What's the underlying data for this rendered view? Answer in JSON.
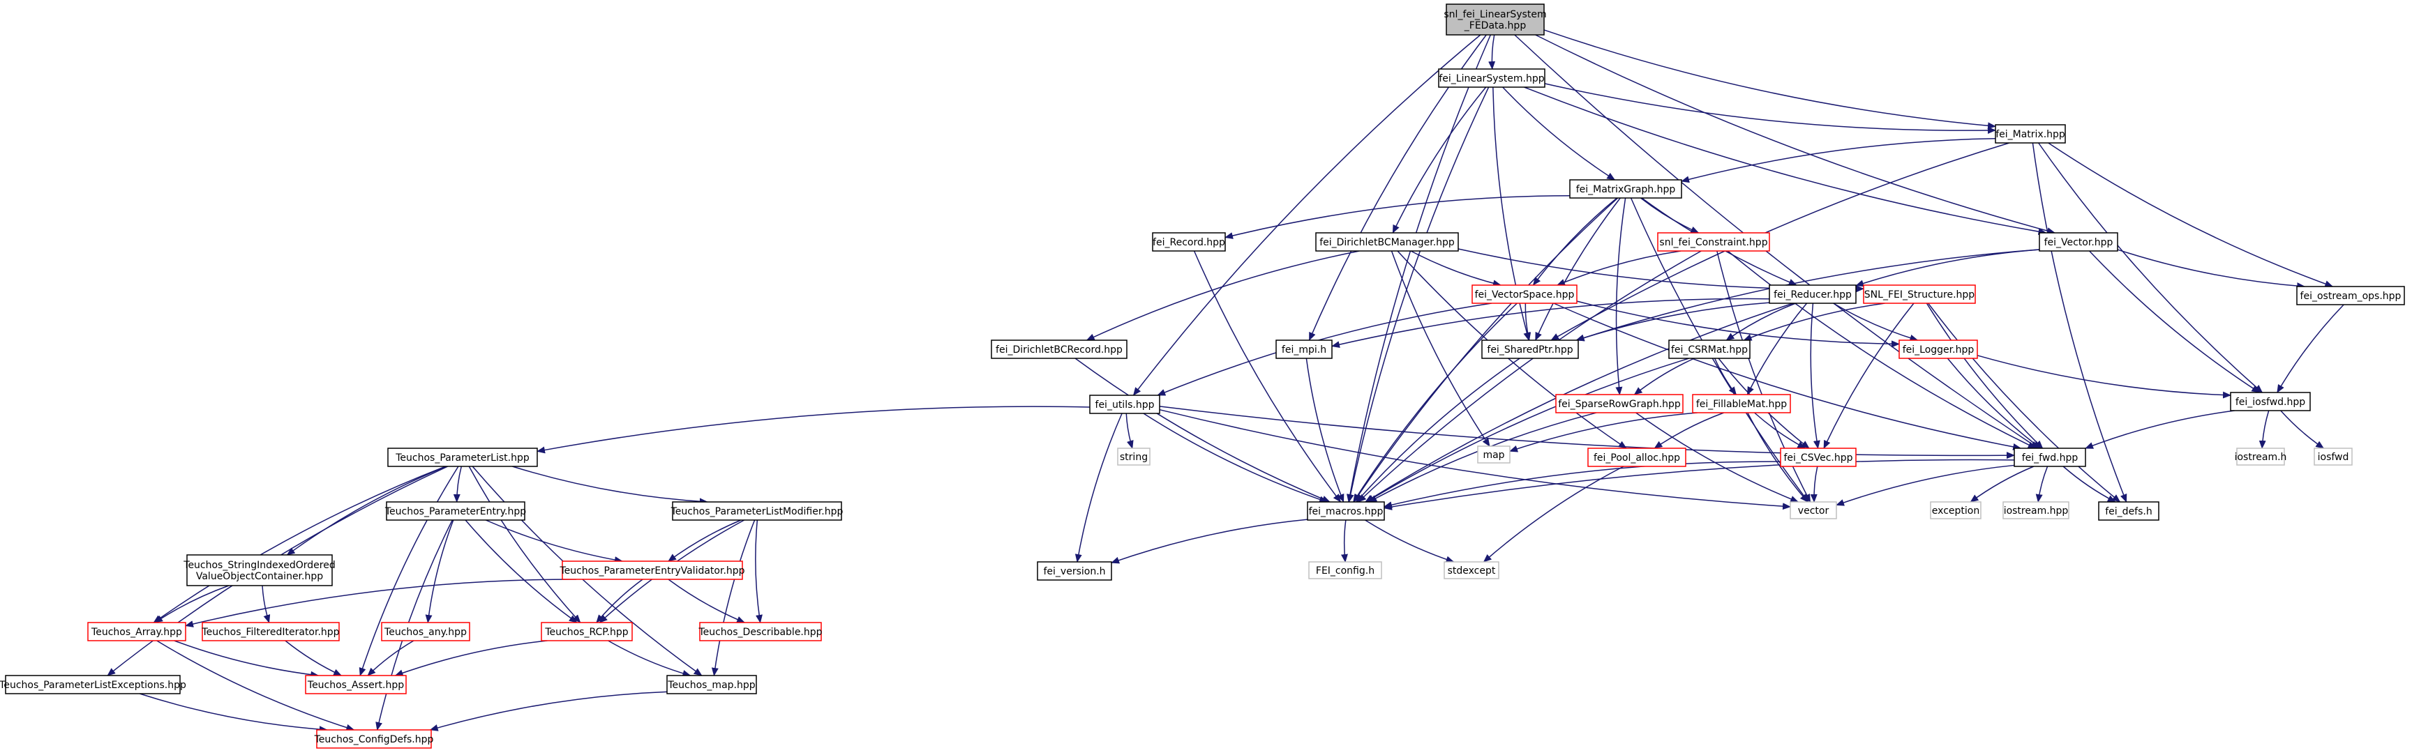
{
  "colors": {
    "edge": "#191970",
    "node_border": "#000000",
    "truncated_border": "#ff0000",
    "system_header_border": "#bfbfbf",
    "root_fill": "#bfbfbf"
  },
  "nodes": [
    {
      "id": "root",
      "label": [
        "snl_fei_LinearSystem",
        "_FEData.hpp"
      ],
      "style": "root"
    },
    {
      "id": "linsys",
      "label": [
        "fei_LinearSystem.hpp"
      ],
      "style": "normal"
    },
    {
      "id": "matrix",
      "label": [
        "fei_Matrix.hpp"
      ],
      "style": "normal"
    },
    {
      "id": "matrixgraph",
      "label": [
        "fei_MatrixGraph.hpp"
      ],
      "style": "normal"
    },
    {
      "id": "vector",
      "label": [
        "fei_Vector.hpp"
      ],
      "style": "normal"
    },
    {
      "id": "ostream_ops",
      "label": [
        "fei_ostream_ops.hpp"
      ],
      "style": "normal"
    },
    {
      "id": "record",
      "label": [
        "fei_Record.hpp"
      ],
      "style": "normal"
    },
    {
      "id": "dirichletmgr",
      "label": [
        "fei_DirichletBCManager.hpp"
      ],
      "style": "normal"
    },
    {
      "id": "constraint",
      "label": [
        "snl_fei_Constraint.hpp"
      ],
      "style": "red"
    },
    {
      "id": "vectorspace",
      "label": [
        "fei_VectorSpace.hpp"
      ],
      "style": "red"
    },
    {
      "id": "reducer",
      "label": [
        "fei_Reducer.hpp"
      ],
      "style": "normal"
    },
    {
      "id": "structure",
      "label": [
        "SNL_FEI_Structure.hpp"
      ],
      "style": "red"
    },
    {
      "id": "dirichletrec",
      "label": [
        "fei_DirichletBCRecord.hpp"
      ],
      "style": "normal"
    },
    {
      "id": "mpi",
      "label": [
        "fei_mpi.h"
      ],
      "style": "normal"
    },
    {
      "id": "sharedptr",
      "label": [
        "fei_SharedPtr.hpp"
      ],
      "style": "normal"
    },
    {
      "id": "logger",
      "label": [
        "fei_Logger.hpp"
      ],
      "style": "red"
    },
    {
      "id": "csrmat",
      "label": [
        "fei_CSRMat.hpp"
      ],
      "style": "normal"
    },
    {
      "id": "iosfwd_hpp",
      "label": [
        "fei_iosfwd.hpp"
      ],
      "style": "normal"
    },
    {
      "id": "utils",
      "label": [
        "fei_utils.hpp"
      ],
      "style": "normal"
    },
    {
      "id": "sparserow",
      "label": [
        "fei_SparseRowGraph.hpp"
      ],
      "style": "red"
    },
    {
      "id": "fillable",
      "label": [
        "fei_FillableMat.hpp"
      ],
      "style": "red"
    },
    {
      "id": "string",
      "label": [
        "string"
      ],
      "style": "gray"
    },
    {
      "id": "map",
      "label": [
        "map"
      ],
      "style": "gray"
    },
    {
      "id": "poolalloc",
      "label": [
        "fei_Pool_alloc.hpp"
      ],
      "style": "red"
    },
    {
      "id": "csvec",
      "label": [
        "fei_CSVec.hpp"
      ],
      "style": "red"
    },
    {
      "id": "fwd",
      "label": [
        "fei_fwd.hpp"
      ],
      "style": "normal"
    },
    {
      "id": "iostream_h",
      "label": [
        "iostream.h"
      ],
      "style": "gray"
    },
    {
      "id": "iosfwd",
      "label": [
        "iosfwd"
      ],
      "style": "gray"
    },
    {
      "id": "plist",
      "label": [
        "Teuchos_ParameterList.hpp"
      ],
      "style": "normal"
    },
    {
      "id": "macros",
      "label": [
        "fei_macros.hpp"
      ],
      "style": "normal"
    },
    {
      "id": "vectorstd",
      "label": [
        "vector"
      ],
      "style": "gray"
    },
    {
      "id": "exception",
      "label": [
        "exception"
      ],
      "style": "gray"
    },
    {
      "id": "iostream_hpp",
      "label": [
        "iostream.hpp"
      ],
      "style": "gray"
    },
    {
      "id": "defs",
      "label": [
        "fei_defs.h"
      ],
      "style": "normal"
    },
    {
      "id": "pentry",
      "label": [
        "Teuchos_ParameterEntry.hpp"
      ],
      "style": "normal"
    },
    {
      "id": "plistmod",
      "label": [
        "Teuchos_ParameterListModifier.hpp"
      ],
      "style": "normal"
    },
    {
      "id": "strindexed",
      "label": [
        "Teuchos_StringIndexedOrdered",
        "ValueObjectContainer.hpp"
      ],
      "style": "normal"
    },
    {
      "id": "pevalidator",
      "label": [
        "Teuchos_ParameterEntryValidator.hpp"
      ],
      "style": "red"
    },
    {
      "id": "version",
      "label": [
        "fei_version.h"
      ],
      "style": "normal"
    },
    {
      "id": "feiconfig",
      "label": [
        "FEI_config.h"
      ],
      "style": "gray"
    },
    {
      "id": "stdexcept",
      "label": [
        "stdexcept"
      ],
      "style": "gray"
    },
    {
      "id": "tarray",
      "label": [
        "Teuchos_Array.hpp"
      ],
      "style": "red"
    },
    {
      "id": "filtered",
      "label": [
        "Teuchos_FilteredIterator.hpp"
      ],
      "style": "red"
    },
    {
      "id": "tany",
      "label": [
        "Teuchos_any.hpp"
      ],
      "style": "red"
    },
    {
      "id": "trcp",
      "label": [
        "Teuchos_RCP.hpp"
      ],
      "style": "red"
    },
    {
      "id": "describable",
      "label": [
        "Teuchos_Describable.hpp"
      ],
      "style": "red"
    },
    {
      "id": "tassert",
      "label": [
        "Teuchos_Assert.hpp"
      ],
      "style": "red"
    },
    {
      "id": "plistexc",
      "label": [
        "Teuchos_ParameterListExceptions.hpp"
      ],
      "style": "normal"
    },
    {
      "id": "tmap",
      "label": [
        "Teuchos_map.hpp"
      ],
      "style": "normal"
    },
    {
      "id": "configdefs",
      "label": [
        "Teuchos_ConfigDefs.hpp"
      ],
      "style": "red"
    }
  ],
  "edges": [
    [
      "root",
      "linsys"
    ],
    [
      "root",
      "matrix"
    ],
    [
      "root",
      "vector"
    ],
    [
      "root",
      "fwd"
    ],
    [
      "root",
      "mpi"
    ],
    [
      "root",
      "utils"
    ],
    [
      "root",
      "macros"
    ],
    [
      "linsys",
      "matrix"
    ],
    [
      "linsys",
      "matrixgraph"
    ],
    [
      "linsys",
      "vector"
    ],
    [
      "linsys",
      "dirichletmgr"
    ],
    [
      "linsys",
      "sharedptr"
    ],
    [
      "linsys",
      "macros"
    ],
    [
      "matrix",
      "matrixgraph"
    ],
    [
      "matrix",
      "sharedptr"
    ],
    [
      "matrix",
      "ostream_ops"
    ],
    [
      "matrix",
      "iosfwd_hpp"
    ],
    [
      "matrix",
      "defs"
    ],
    [
      "matrixgraph",
      "record"
    ],
    [
      "matrixgraph",
      "constraint"
    ],
    [
      "matrixgraph",
      "vectorspace"
    ],
    [
      "matrixgraph",
      "reducer"
    ],
    [
      "matrixgraph",
      "sharedptr"
    ],
    [
      "matrixgraph",
      "sparserow"
    ],
    [
      "matrixgraph",
      "macros"
    ],
    [
      "matrixgraph",
      "vectorstd"
    ],
    [
      "vector",
      "reducer"
    ],
    [
      "vector",
      "sharedptr"
    ],
    [
      "vector",
      "ostream_ops"
    ],
    [
      "vector",
      "iosfwd_hpp"
    ],
    [
      "ostream_ops",
      "iosfwd_hpp"
    ],
    [
      "record",
      "macros"
    ],
    [
      "dirichletmgr",
      "dirichletrec"
    ],
    [
      "dirichletmgr",
      "vectorspace"
    ],
    [
      "dirichletmgr",
      "poolalloc"
    ],
    [
      "dirichletmgr",
      "map"
    ],
    [
      "dirichletmgr",
      "structure"
    ],
    [
      "constraint",
      "vectorspace"
    ],
    [
      "constraint",
      "macros"
    ],
    [
      "constraint",
      "fwd"
    ],
    [
      "constraint",
      "vectorstd"
    ],
    [
      "vectorspace",
      "utils"
    ],
    [
      "vectorspace",
      "sharedptr"
    ],
    [
      "vectorspace",
      "logger"
    ],
    [
      "vectorspace",
      "fwd"
    ],
    [
      "vectorspace",
      "macros"
    ],
    [
      "reducer",
      "mpi"
    ],
    [
      "reducer",
      "sharedptr"
    ],
    [
      "reducer",
      "logger"
    ],
    [
      "reducer",
      "csrmat"
    ],
    [
      "reducer",
      "fillable"
    ],
    [
      "reducer",
      "csvec"
    ],
    [
      "reducer",
      "macros"
    ],
    [
      "structure",
      "csrmat"
    ],
    [
      "structure",
      "csvec"
    ],
    [
      "structure",
      "fwd"
    ],
    [
      "structure",
      "defs"
    ],
    [
      "dirichletrec",
      "macros"
    ],
    [
      "mpi",
      "macros"
    ],
    [
      "sharedptr",
      "macros"
    ],
    [
      "logger",
      "iosfwd_hpp"
    ],
    [
      "logger",
      "fwd"
    ],
    [
      "csrmat",
      "fillable"
    ],
    [
      "csrmat",
      "sparserow"
    ],
    [
      "csrmat",
      "csvec"
    ],
    [
      "csrmat",
      "macros"
    ],
    [
      "iosfwd_hpp",
      "fwd"
    ],
    [
      "iosfwd_hpp",
      "iostream_h"
    ],
    [
      "iosfwd_hpp",
      "iosfwd"
    ],
    [
      "utils",
      "plist"
    ],
    [
      "utils",
      "string"
    ],
    [
      "utils",
      "fwd"
    ],
    [
      "utils",
      "version"
    ],
    [
      "utils",
      "vectorstd"
    ],
    [
      "utils",
      "macros"
    ],
    [
      "sparserow",
      "vectorstd"
    ],
    [
      "sparserow",
      "macros"
    ],
    [
      "fillable",
      "map"
    ],
    [
      "fillable",
      "poolalloc"
    ],
    [
      "fillable",
      "csvec"
    ],
    [
      "fillable",
      "vectorstd"
    ],
    [
      "poolalloc",
      "stdexcept"
    ],
    [
      "csvec",
      "vectorstd"
    ],
    [
      "csvec",
      "macros"
    ],
    [
      "fwd",
      "macros"
    ],
    [
      "fwd",
      "vectorstd"
    ],
    [
      "fwd",
      "exception"
    ],
    [
      "fwd",
      "iostream_hpp"
    ],
    [
      "fwd",
      "defs"
    ],
    [
      "plist",
      "pentry"
    ],
    [
      "plist",
      "plistmod"
    ],
    [
      "plist",
      "strindexed"
    ],
    [
      "plist",
      "tarray"
    ],
    [
      "plist",
      "trcp"
    ],
    [
      "plist",
      "tassert"
    ],
    [
      "plist",
      "plistexc"
    ],
    [
      "plist",
      "tmap"
    ],
    [
      "macros",
      "version"
    ],
    [
      "macros",
      "feiconfig"
    ],
    [
      "macros",
      "stdexcept"
    ],
    [
      "pentry",
      "pevalidator"
    ],
    [
      "pentry",
      "tany"
    ],
    [
      "pentry",
      "trcp"
    ],
    [
      "pentry",
      "configdefs"
    ],
    [
      "plistmod",
      "pevalidator"
    ],
    [
      "plistmod",
      "trcp"
    ],
    [
      "plistmod",
      "describable"
    ],
    [
      "plistmod",
      "tmap"
    ],
    [
      "strindexed",
      "tarray"
    ],
    [
      "strindexed",
      "filtered"
    ],
    [
      "pevalidator",
      "tarray"
    ],
    [
      "pevalidator",
      "trcp"
    ],
    [
      "pevalidator",
      "describable"
    ],
    [
      "tarray",
      "tassert"
    ],
    [
      "tarray",
      "configdefs"
    ],
    [
      "filtered",
      "tassert"
    ],
    [
      "tany",
      "tassert"
    ],
    [
      "trcp",
      "tassert"
    ],
    [
      "trcp",
      "tmap"
    ],
    [
      "plistexc",
      "configdefs"
    ],
    [
      "tmap",
      "configdefs"
    ]
  ]
}
